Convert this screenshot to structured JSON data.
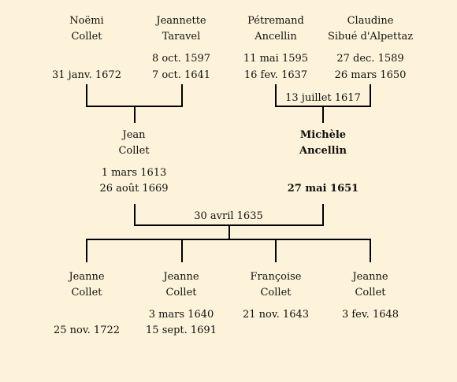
{
  "grandparents": [
    {
      "first": "Noëmi",
      "last": "Collet",
      "birth": "",
      "death": "31 janv. 1672"
    },
    {
      "first": "Jeannette",
      "last": "Taravel",
      "birth": "8 oct. 1597",
      "death": "7 oct. 1641"
    },
    {
      "first": "Pétremand",
      "last": "Ancellin",
      "birth": "11 mai 1595",
      "death": "16 fev. 1637"
    },
    {
      "first": "Claudine",
      "last": "Sibué d'Alpettaz",
      "birth": "27 dec. 1589",
      "death": "26 mars 1650"
    }
  ],
  "marriage_ancellin": "13 juillet 1617",
  "parents": [
    {
      "first": "Jean",
      "last": "Collet",
      "birth": "1 mars 1613",
      "death": "26 août 1669"
    },
    {
      "first": "Michèle",
      "last": "Ancellin",
      "birth": "",
      "death": "27 mai 1651"
    }
  ],
  "marriage_parents": "30 avril 1635",
  "children": [
    {
      "first": "Jeanne",
      "last": "Collet",
      "birth": "",
      "death": "25 nov. 1722"
    },
    {
      "first": "Jeanne",
      "last": "Collet",
      "birth": "3 mars 1640",
      "death": "15 sept. 1691"
    },
    {
      "first": "Françoise",
      "last": "Collet",
      "birth": "21 nov. 1643",
      "death": ""
    },
    {
      "first": "Jeanne",
      "last": "Collet",
      "birth": "3 fev. 1648",
      "death": ""
    }
  ]
}
